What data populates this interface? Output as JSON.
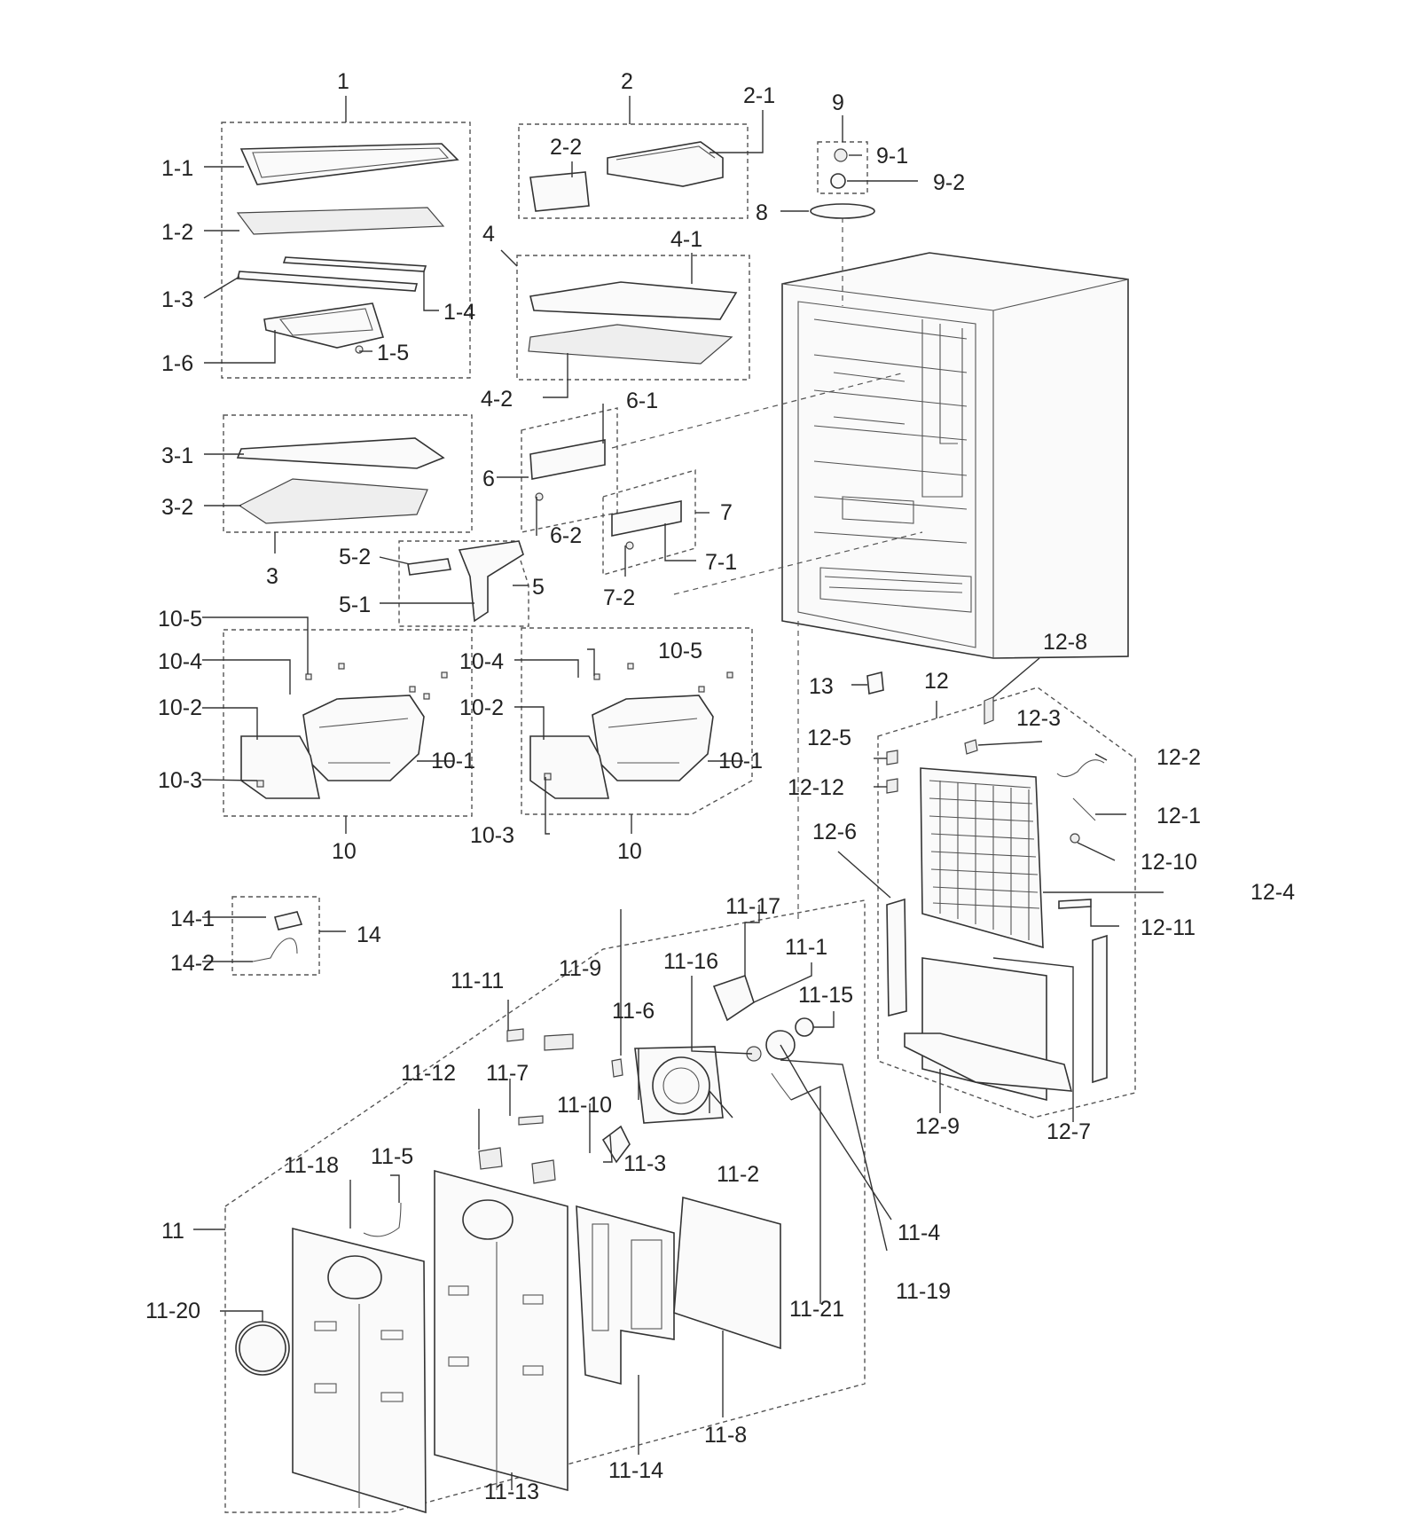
{
  "callouts": [
    "1",
    "1-1",
    "1-2",
    "1-3",
    "1-4",
    "1-5",
    "1-6",
    "2",
    "2-1",
    "2-2",
    "3",
    "3-1",
    "3-2",
    "4",
    "4-1",
    "4-2",
    "5",
    "5-1",
    "5-2",
    "6",
    "6-1",
    "6-2",
    "7",
    "7-1",
    "7-2",
    "8",
    "9",
    "9-1",
    "9-2",
    "10",
    "10-1",
    "10-2",
    "10-3",
    "10-4",
    "10-5",
    "11",
    "11-1",
    "11-2",
    "11-3",
    "11-4",
    "11-5",
    "11-6",
    "11-7",
    "11-8",
    "11-9",
    "11-10",
    "11-11",
    "11-12",
    "11-13",
    "11-14",
    "11-15",
    "11-16",
    "11-17",
    "11-18",
    "11-19",
    "11-20",
    "11-21",
    "12",
    "12-1",
    "12-2",
    "12-3",
    "12-4",
    "12-5",
    "12-6",
    "12-7",
    "12-8",
    "12-9",
    "12-10",
    "12-11",
    "12-12",
    "13",
    "14",
    "14-1",
    "14-2"
  ],
  "labels": {
    "1": "1",
    "1-1": "1-1",
    "1-2": "1-2",
    "1-3": "1-3",
    "1-4": "1-4",
    "1-5": "1-5",
    "1-6": "1-6",
    "2": "2",
    "2-1": "2-1",
    "2-2": "2-2",
    "3": "3",
    "3-1": "3-1",
    "3-2": "3-2",
    "4": "4",
    "4-1": "4-1",
    "4-2": "4-2",
    "5": "5",
    "5-1": "5-1",
    "5-2": "5-2",
    "6": "6",
    "6-1": "6-1",
    "6-2": "6-2",
    "7": "7",
    "7-1": "7-1",
    "7-2": "7-2",
    "8": "8",
    "9": "9",
    "9-1": "9-1",
    "9-2": "9-2",
    "10": "10",
    "10-1": "10-1",
    "10-2": "10-2",
    "10-3": "10-3",
    "10-4": "10-4",
    "10-5": "10-5",
    "11": "11",
    "11-1": "11-1",
    "11-2": "11-2",
    "11-3": "11-3",
    "11-4": "11-4",
    "11-5": "11-5",
    "11-6": "11-6",
    "11-7": "11-7",
    "11-8": "11-8",
    "11-9": "11-9",
    "11-10": "11-10",
    "11-11": "11-11",
    "11-12": "11-12",
    "11-13": "11-13",
    "11-14": "11-14",
    "11-15": "11-15",
    "11-16": "11-16",
    "11-17": "11-17",
    "11-18": "11-18",
    "11-19": "11-19",
    "11-20": "11-20",
    "11-21": "11-21",
    "12": "12",
    "12-1": "12-1",
    "12-2": "12-2",
    "12-3": "12-3",
    "12-4": "12-4",
    "12-5": "12-5",
    "12-6": "12-6",
    "12-7": "12-7",
    "12-8": "12-8",
    "12-9": "12-9",
    "12-10": "12-10",
    "12-11": "12-11",
    "12-12": "12-12",
    "13": "13",
    "14": "14",
    "14-1": "14-1",
    "14-2": "14-2"
  }
}
